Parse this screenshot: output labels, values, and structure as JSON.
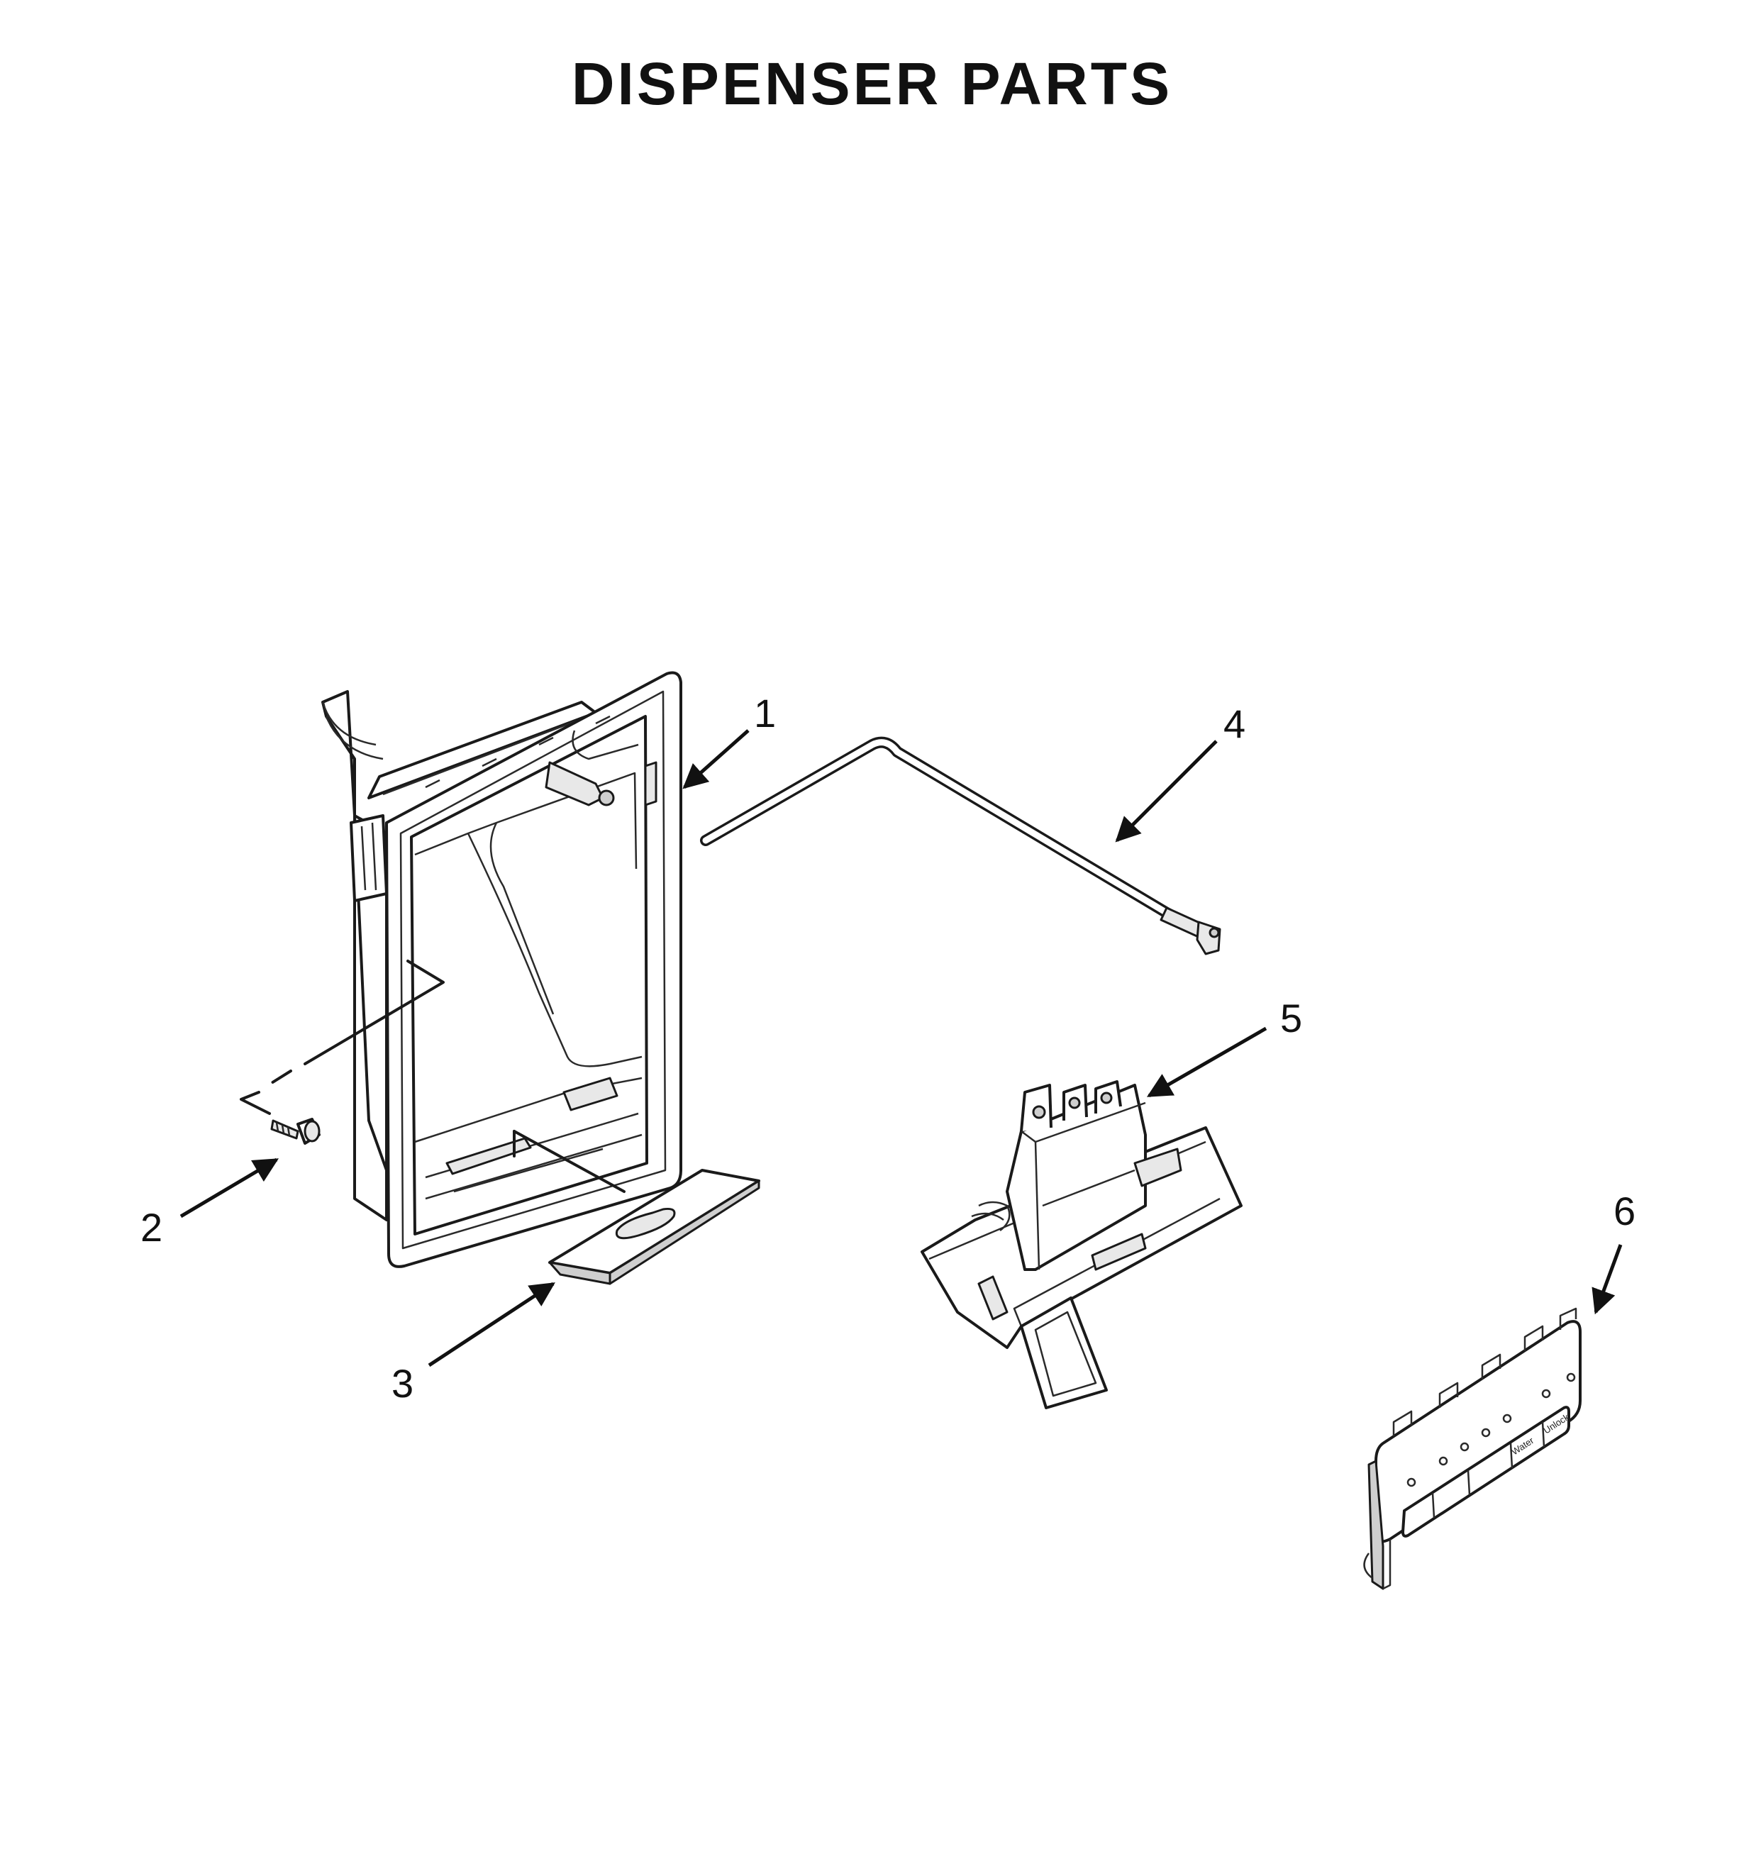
{
  "title": "DISPENSER PARTS",
  "callouts": [
    {
      "id": "1",
      "label": "1"
    },
    {
      "id": "2",
      "label": "2"
    },
    {
      "id": "3",
      "label": "3"
    },
    {
      "id": "4",
      "label": "4"
    },
    {
      "id": "5",
      "label": "5"
    },
    {
      "id": "6",
      "label": "6"
    }
  ],
  "control_panel": {
    "labels": [
      "Water",
      "Unlock"
    ]
  }
}
